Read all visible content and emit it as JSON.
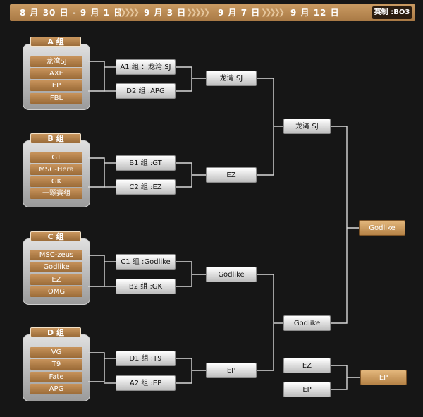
{
  "schedule": {
    "dates": [
      "8 月 30 日 - 9 月 1 日",
      "9 月 3 日",
      "9 月 7 日",
      "9 月 12 日"
    ],
    "format": "赛制 :BO3"
  },
  "groups": [
    {
      "title": "A 组",
      "teams": [
        "龙湾SJ",
        "AXE",
        "EP",
        "FBL"
      ]
    },
    {
      "title": "B 组",
      "teams": [
        "GT",
        "MSC-Hera",
        "GK",
        "一颗赛组"
      ]
    },
    {
      "title": "C 组",
      "teams": [
        "MSC-zeus",
        "Godlike",
        "EZ",
        "OMG"
      ]
    },
    {
      "title": "D 组",
      "teams": [
        "VG",
        "T9",
        "Fate",
        "APG"
      ]
    }
  ],
  "round1": [
    "A1 组 ：龙湾 SJ",
    "D2 组 :APG",
    "B1 组 :GT",
    "C2 组 :EZ",
    "C1 组 :Godlike",
    "B2 组 :GK",
    "D1 组 :T9",
    "A2 组 :EP"
  ],
  "round2": [
    "龙湾 SJ",
    "EZ",
    "Godlike",
    "EP"
  ],
  "semifinal": [
    "龙湾 SJ",
    "Godlike"
  ],
  "final": {
    "winner": "Godlike"
  },
  "third_place": {
    "teams": [
      "EZ",
      "EP"
    ],
    "winner": "EP"
  },
  "colors": {
    "background": "#161616",
    "accent_gold": "#b58246",
    "box_silver": "#d6d6d6",
    "line": "#d8d8d8"
  }
}
